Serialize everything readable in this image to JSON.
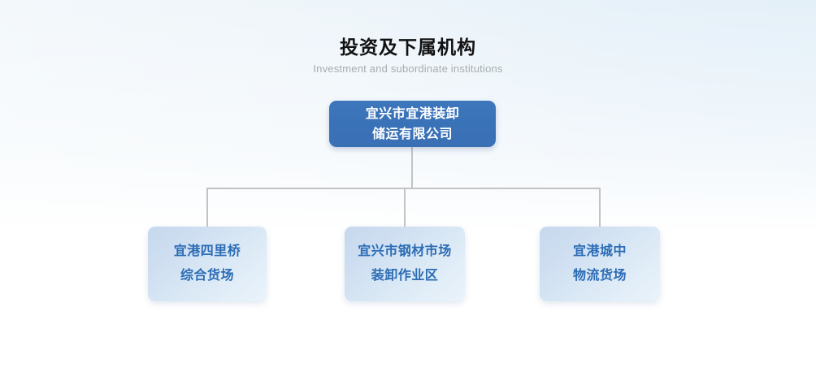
{
  "heading": {
    "title": "投资及下属机构",
    "subtitle": "Investment and subordinate institutions"
  },
  "colors": {
    "root_node_fill": "#3a72b8",
    "root_node_text": "#ffffff",
    "child_node_fill_start": "#c6d8ed",
    "child_node_fill_end": "#eaf3fa",
    "child_node_text": "#2b6cb5",
    "connector_line": "#c3c3c3",
    "title_text": "#111111",
    "subtitle_text": "#a7acb1",
    "background_start": "#f3f8fb",
    "background_end": "#e2eff8"
  },
  "org_chart": {
    "root": {
      "lines": [
        "宜兴市宜港装卸",
        "储运有限公司"
      ],
      "full_name": "宜兴市宜港装卸储运有限公司"
    },
    "children": [
      {
        "lines": [
          "宜港四里桥",
          "综合货场"
        ],
        "full_name": "宜港四里桥综合货场"
      },
      {
        "lines": [
          "宜兴市钢材市场",
          "装卸作业区"
        ],
        "full_name": "宜兴市钢材市场装卸作业区"
      },
      {
        "lines": [
          "宜港城中",
          "物流货场"
        ],
        "full_name": "宜港城中物流货场"
      }
    ]
  }
}
